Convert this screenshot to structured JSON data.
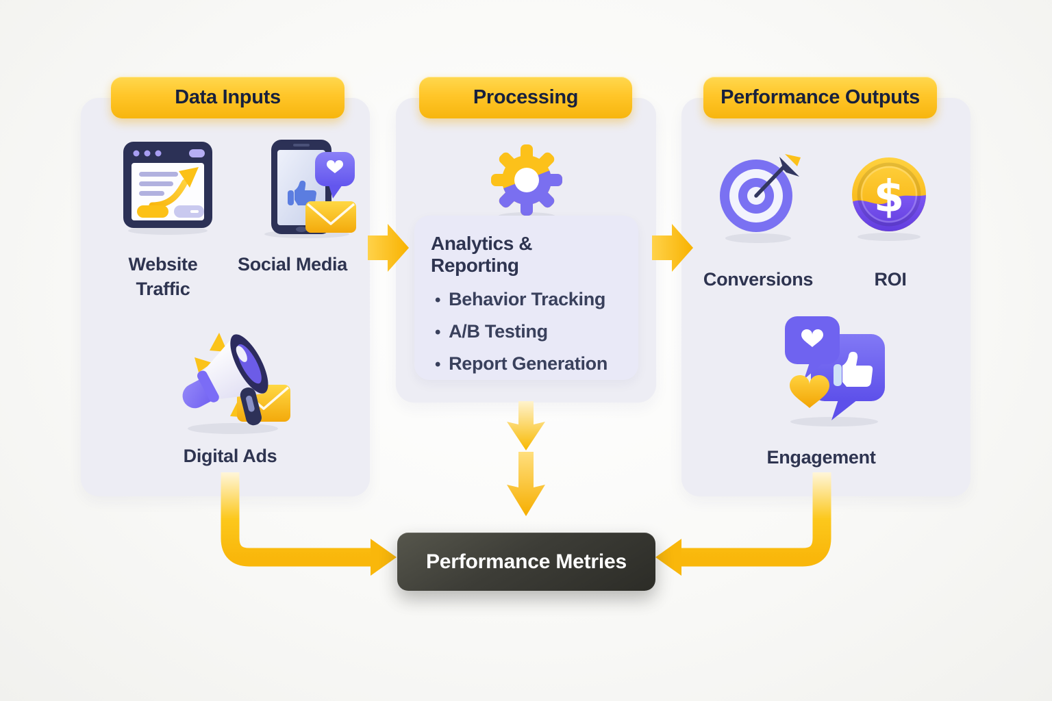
{
  "colors": {
    "badge_yellow": "#ffc629",
    "arrow_gold": "#f9b80c",
    "panel_bg": "#ededf4",
    "card_bg": "#e9e9f7",
    "text_dark": "#2e3450",
    "badge_text": "#17203d",
    "footer_bg": "#3d3d37",
    "footer_text": "#ffffff",
    "accent_purple": "#7a6ff0",
    "accent_navy": "#2c3156"
  },
  "panels": {
    "inputs": {
      "title": "Data Inputs",
      "items": [
        {
          "label": "Website Traffic",
          "icon": "browser-analytics-icon"
        },
        {
          "label": "Social Media",
          "icon": "phone-social-icon"
        },
        {
          "label": "Digital Ads",
          "icon": "megaphone-icon"
        }
      ]
    },
    "processing": {
      "title": "Processing",
      "icon": "gear-icon",
      "card": {
        "title": "Analytics & Reporting",
        "bullet_glyph": "•",
        "bullets": [
          "Behavior Tracking",
          "A/B Testing",
          "Report Generation"
        ]
      }
    },
    "outputs": {
      "title": "Performance Outputs",
      "items": [
        {
          "label": "Conversions",
          "icon": "target-icon"
        },
        {
          "label": "ROI",
          "icon": "coin-icon",
          "symbol": "$"
        },
        {
          "label": "Engagement",
          "icon": "engagement-icon"
        }
      ]
    }
  },
  "footer": {
    "label": "Performance Metries"
  }
}
